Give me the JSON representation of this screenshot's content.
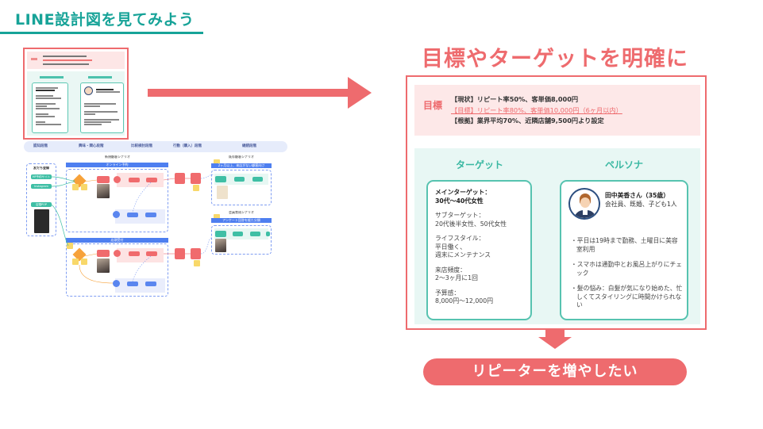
{
  "header": {
    "title": "LINE設計図を見てみよう"
  },
  "flow_diagram": {
    "stage_headers": [
      "認知段階",
      "興味・関心段階",
      "比較検討段階",
      "行動（購入）段階",
      "継続段階"
    ],
    "entry_points_title": "友だち登録",
    "entry_points": [
      "HP予約サイト",
      "Instagram",
      "店頭POP"
    ],
    "scenario_new": "新規顧客シナリオ",
    "section_online": "オンライン予約",
    "section_store": "店頭受付",
    "scenario_existing": "既存顧客シナリオ",
    "scenario_existing_bar": "2ヶ月以上、来店がない顧客向け",
    "scenario_member": "会員育成シナリオ",
    "scenario_member_bar": "アンケート回答を経た分類"
  },
  "main": {
    "title": "目標やターゲットを明確に",
    "goal": {
      "label": "目標",
      "current": "【現状】リピート率50%、客単価8,000円",
      "target": "【目標】リピート率80%、客単価10,000円（6ヶ月以内）",
      "basis": "【根拠】業界平均70%、近隣店舗9,500円より設定"
    },
    "target": {
      "title": "ターゲット",
      "sections": [
        {
          "label": "メインターゲット：",
          "value": "30代〜40代女性",
          "strong": true
        },
        {
          "label": "サブターゲット：",
          "value": "20代後半女性、50代女性",
          "strong": false
        },
        {
          "label": "ライフスタイル：",
          "value": "平日働く、\n週末にメンテナンス",
          "strong": false
        },
        {
          "label": "来店頻度：",
          "value": "2〜3ヶ月に1回",
          "strong": false
        },
        {
          "label": "予算感：",
          "value": "8,000円〜12,000円",
          "strong": false
        }
      ]
    },
    "persona": {
      "title": "ペルソナ",
      "name": "田中美香さん（35歳）",
      "profile": "会社員、既婚、子ども1人",
      "items": [
        "・平日は19時まで勤務、土曜日に美容室利用",
        "・スマホは通勤中とお風呂上がりにチェック",
        "・髪の悩み：白髪が気になり始めた、忙しくてスタイリングに時間かけられない"
      ]
    },
    "result": "リピーターを増やしたい"
  },
  "colors": {
    "accent_teal": "#17a398",
    "accent_red": "#ee6b6e",
    "goal_bg": "#fde8e8",
    "tp_bg": "#e8f7f4"
  }
}
